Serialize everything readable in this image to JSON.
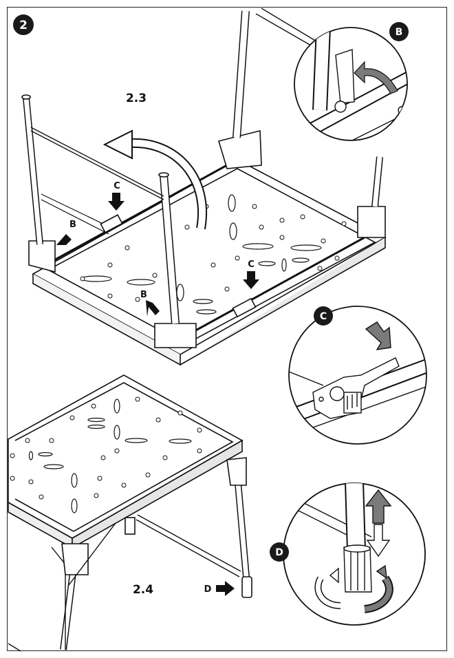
{
  "page": {
    "step_number": "2",
    "step_2_3_label": "2.3",
    "step_2_4_label": "2.4"
  },
  "callouts": {
    "B": "B",
    "C": "C",
    "D": "D"
  },
  "colors": {
    "ink": "#111111",
    "badge": "#1a1a1a",
    "arrow_grey": "#7a7a7a",
    "paper": "#ffffff"
  },
  "icons": [
    "step-badge-icon",
    "curved-rotate-arrow-icon",
    "down-arrow-icon",
    "diagonal-arrow-icon",
    "right-arrow-icon",
    "up-arrow-icon",
    "rotate-arrows-icon"
  ]
}
